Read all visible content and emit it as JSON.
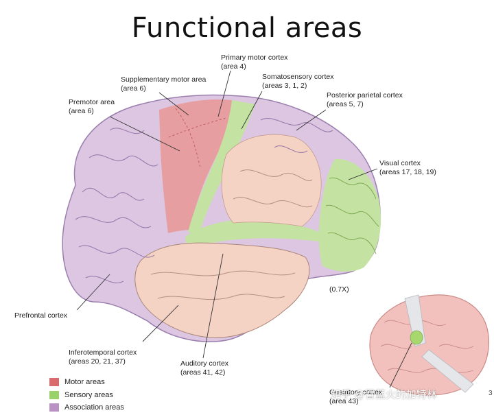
{
  "slide": {
    "title": "Functional areas",
    "page_number": "3"
  },
  "labels": {
    "primary_motor": [
      "Primary motor cortex",
      "(area 4)"
    ],
    "supplementary_motor": [
      "Supplementary motor area",
      "(area 6)"
    ],
    "somatosensory": [
      "Somatosensory cortex",
      "(areas 3, 1, 2)"
    ],
    "posterior_parietal": [
      "Posterior parietal cortex",
      "(areas 5, 7)"
    ],
    "premotor": [
      "Premotor area",
      "(area 6)"
    ],
    "visual": [
      "Visual cortex",
      "(areas 17, 18, 19)"
    ],
    "prefrontal": [
      "Prefrontal cortex"
    ],
    "inferotemporal": [
      "Inferotemporal cortex",
      "(areas 20, 21, 37)"
    ],
    "auditory": [
      "Auditory cortex",
      "(areas 41, 42)"
    ],
    "scale": [
      "(0.7X)"
    ],
    "gustatory": [
      "Gustatory cortex",
      "(area 43)"
    ]
  },
  "legend": [
    {
      "label": "Motor areas",
      "color": "#d96a6e"
    },
    {
      "label": "Sensory areas",
      "color": "#9bd16a"
    },
    {
      "label": "Association areas",
      "color": "#b991c3"
    }
  ],
  "colors": {
    "association": "#dcc6e2",
    "association_dark": "#8f6fa3",
    "motor": "#e79a9a",
    "sensory": "#c4e3a2",
    "temporal": "#f4d2c4",
    "inner_brain": "#f2c1bd",
    "gustatory": "#a8d76e"
  },
  "watermark": "知乎 @冒蓝火的加特林"
}
